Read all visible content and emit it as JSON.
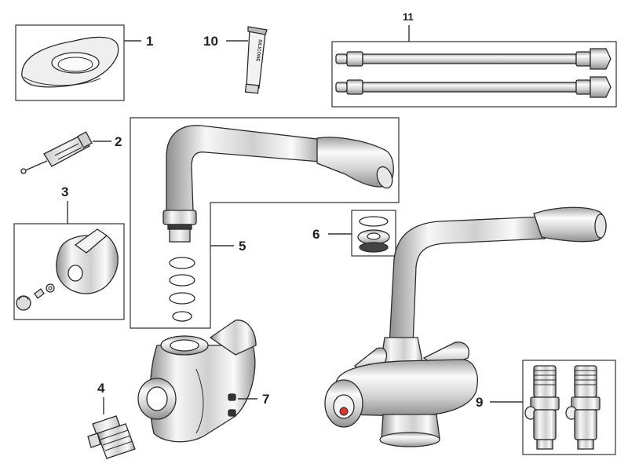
{
  "callouts": {
    "c1": "1",
    "c2": "2",
    "c3": "3",
    "c4": "4",
    "c5": "5",
    "c6": "6",
    "c7": "7",
    "c9": "9",
    "c10": "10",
    "c11": "11"
  },
  "tube_text": "SILICONE",
  "colors": {
    "stroke": "#2a2a2a",
    "chrome_light": "#f4f4f4",
    "chrome_mid": "#d6d6d6",
    "chrome_dark": "#9a9a9a",
    "hot_indicator": "#d93a2b"
  }
}
